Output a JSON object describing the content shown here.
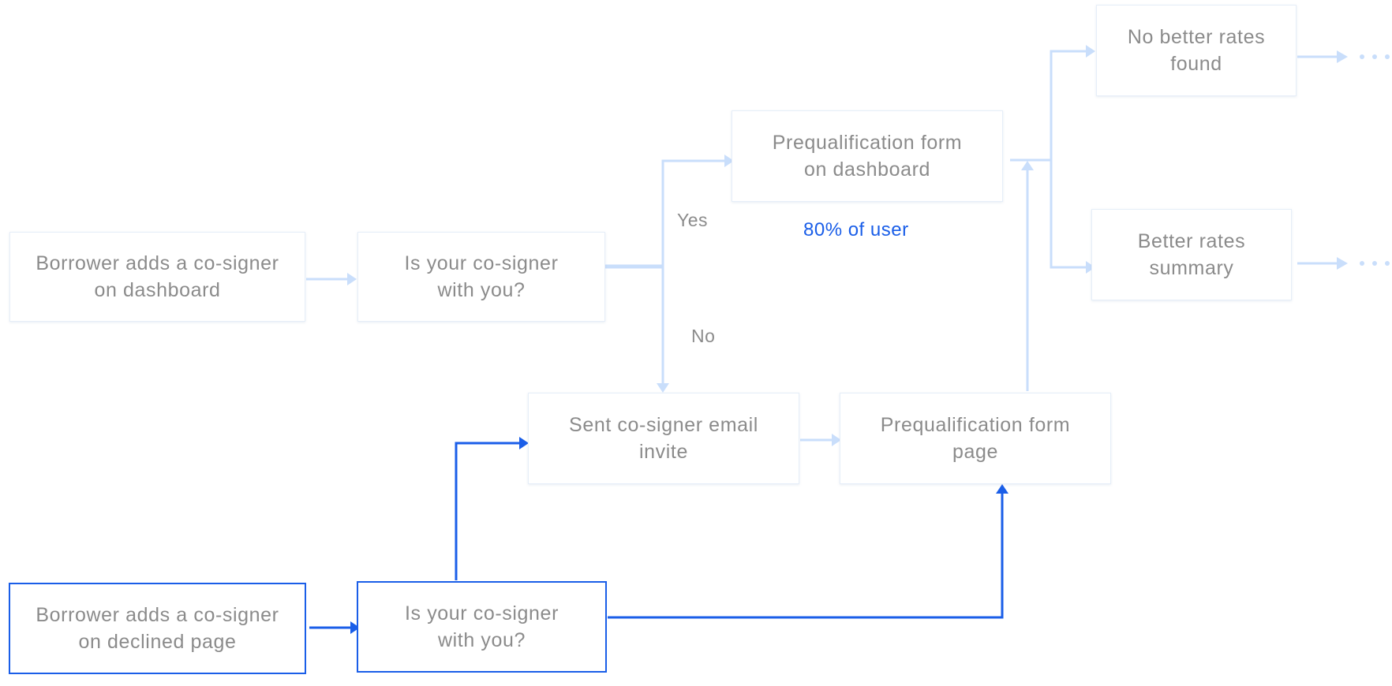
{
  "colors": {
    "muted_line": "#c9defb",
    "active_line": "#1a5ee8",
    "text": "#8b8b8b",
    "highlight": "#1a5ee8"
  },
  "nodes": {
    "borrower_dashboard": {
      "line1": "Borrower adds a co-signer",
      "line2": "on dashboard"
    },
    "cosigner_question_top": {
      "line1": "Is your co-signer",
      "line2": "with you?"
    },
    "prequal_dashboard": {
      "line1": "Prequalification  form",
      "line2": "on dashboard"
    },
    "no_better_rates": {
      "line1": "No better rates",
      "line2": "found"
    },
    "better_rates": {
      "line1": "Better rates",
      "line2": "summary"
    },
    "email_invite": {
      "line1": "Sent co-signer email",
      "line2": "invite"
    },
    "prequal_page": {
      "line1": "Prequalification form",
      "line2": "page"
    },
    "borrower_declined": {
      "line1": "Borrower adds a co-signer",
      "line2": "on declined page"
    },
    "cosigner_question_bottom": {
      "line1": "Is your co-signer",
      "line2": "with you?"
    }
  },
  "labels": {
    "yes": "Yes",
    "no": "No",
    "user_share": "80% of user"
  }
}
